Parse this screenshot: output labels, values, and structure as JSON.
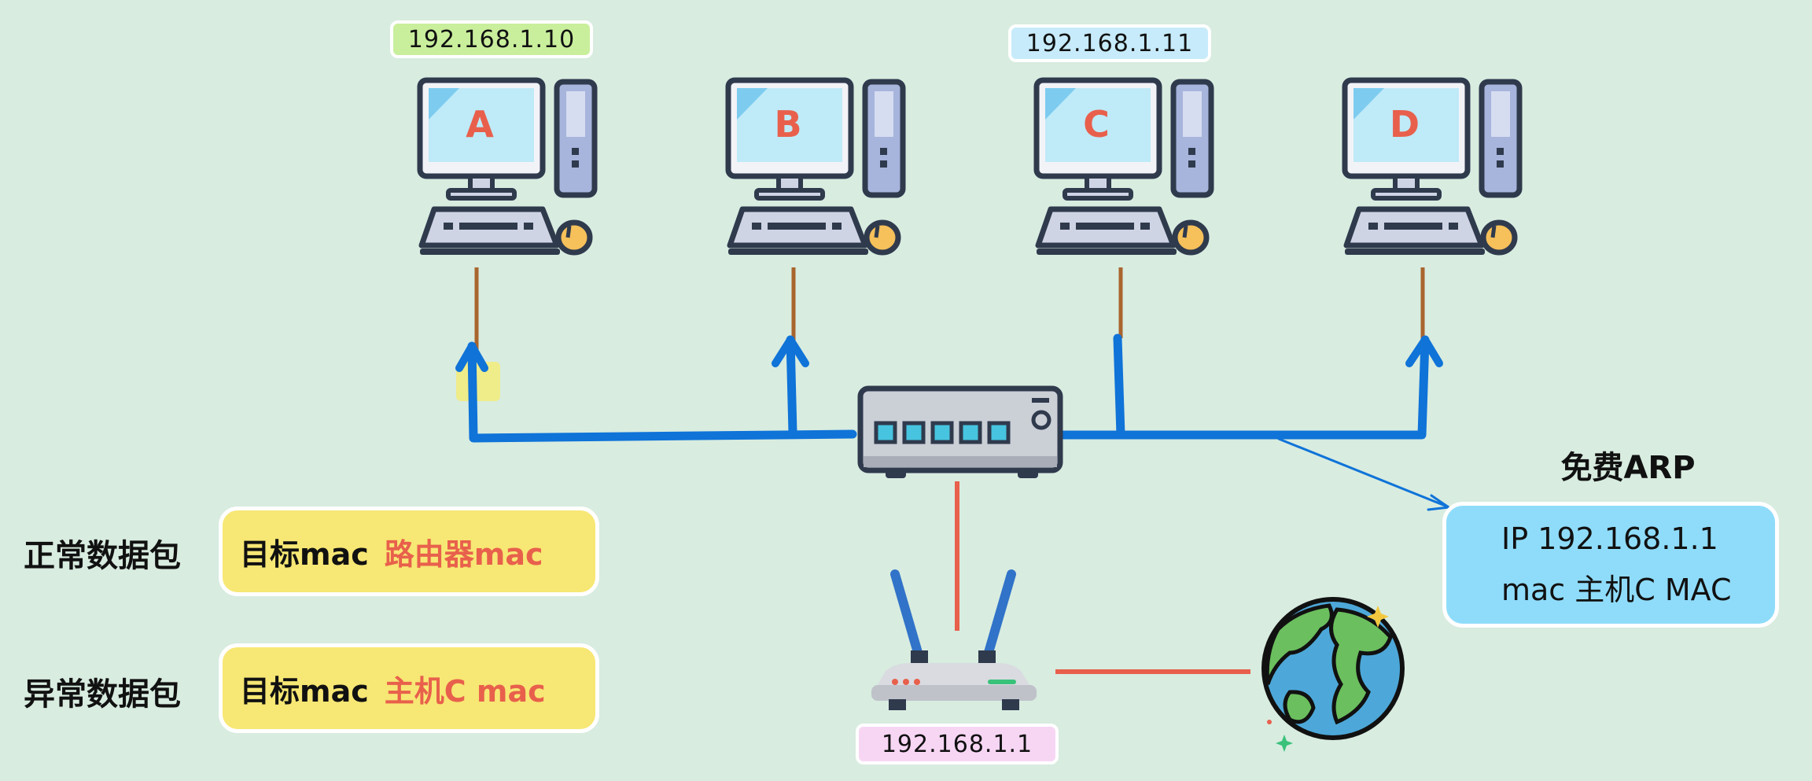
{
  "computers": [
    {
      "letter": "A",
      "ip": "192.168.1.10"
    },
    {
      "letter": "B",
      "ip": ""
    },
    {
      "letter": "C",
      "ip": "192.168.1.11"
    },
    {
      "letter": "D",
      "ip": ""
    }
  ],
  "router": {
    "ip": "192.168.1.1"
  },
  "packets": {
    "normal": {
      "label": "正常数据包",
      "lead": "目标mac",
      "target": "路由器mac"
    },
    "abnormal": {
      "label": "异常数据包",
      "lead": "目标mac",
      "target": "主机C mac"
    }
  },
  "gratuitous_arp": {
    "title": "免费ARP",
    "ip_line": "IP 192.168.1.1",
    "mac_line": "mac 主机C MAC"
  },
  "colors": {
    "background": "#d8ece0",
    "cable": "#a9652e",
    "link": "#0f73d8",
    "wan_link": "#e8604c",
    "highlight_text": "#e8604c",
    "ip_label_a": "#c9ef9c",
    "ip_label_c": "#c7ebfa",
    "ip_label_router": "#f7d6f4",
    "packet_box": "#f7e774",
    "garp_box": "#8fdcfa"
  }
}
